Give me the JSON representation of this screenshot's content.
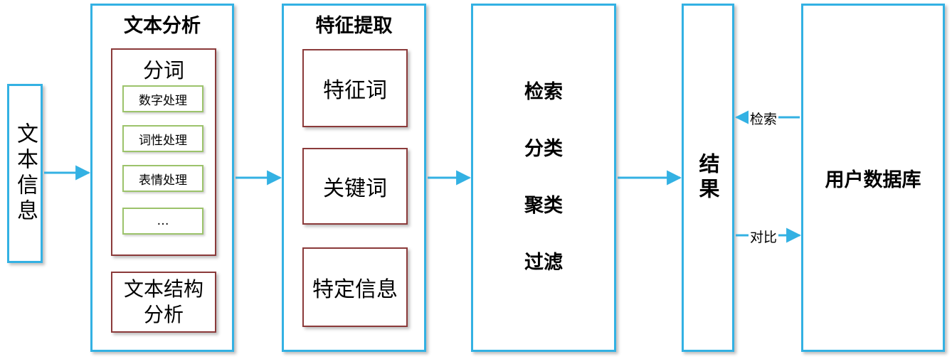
{
  "input": {
    "label": "文本信息"
  },
  "text_analysis": {
    "title": "文本分析",
    "segmentation": {
      "title": "分词",
      "items": [
        "数字处理",
        "词性处理",
        "表情处理",
        "…"
      ]
    },
    "structure": "文本结构分析"
  },
  "feature_extraction": {
    "title": "特征提取",
    "items": [
      "特征词",
      "关键词",
      "特定信息"
    ]
  },
  "operations": {
    "items": [
      "检索",
      "分类",
      "聚类",
      "过滤"
    ]
  },
  "result": {
    "label": "结果"
  },
  "database": {
    "label": "用户数据库"
  },
  "links": {
    "retrieve": "检索",
    "compare": "对比"
  },
  "colors": {
    "blue": "#33b1e3",
    "red": "#8b3a3a",
    "green": "#9cc36b"
  }
}
